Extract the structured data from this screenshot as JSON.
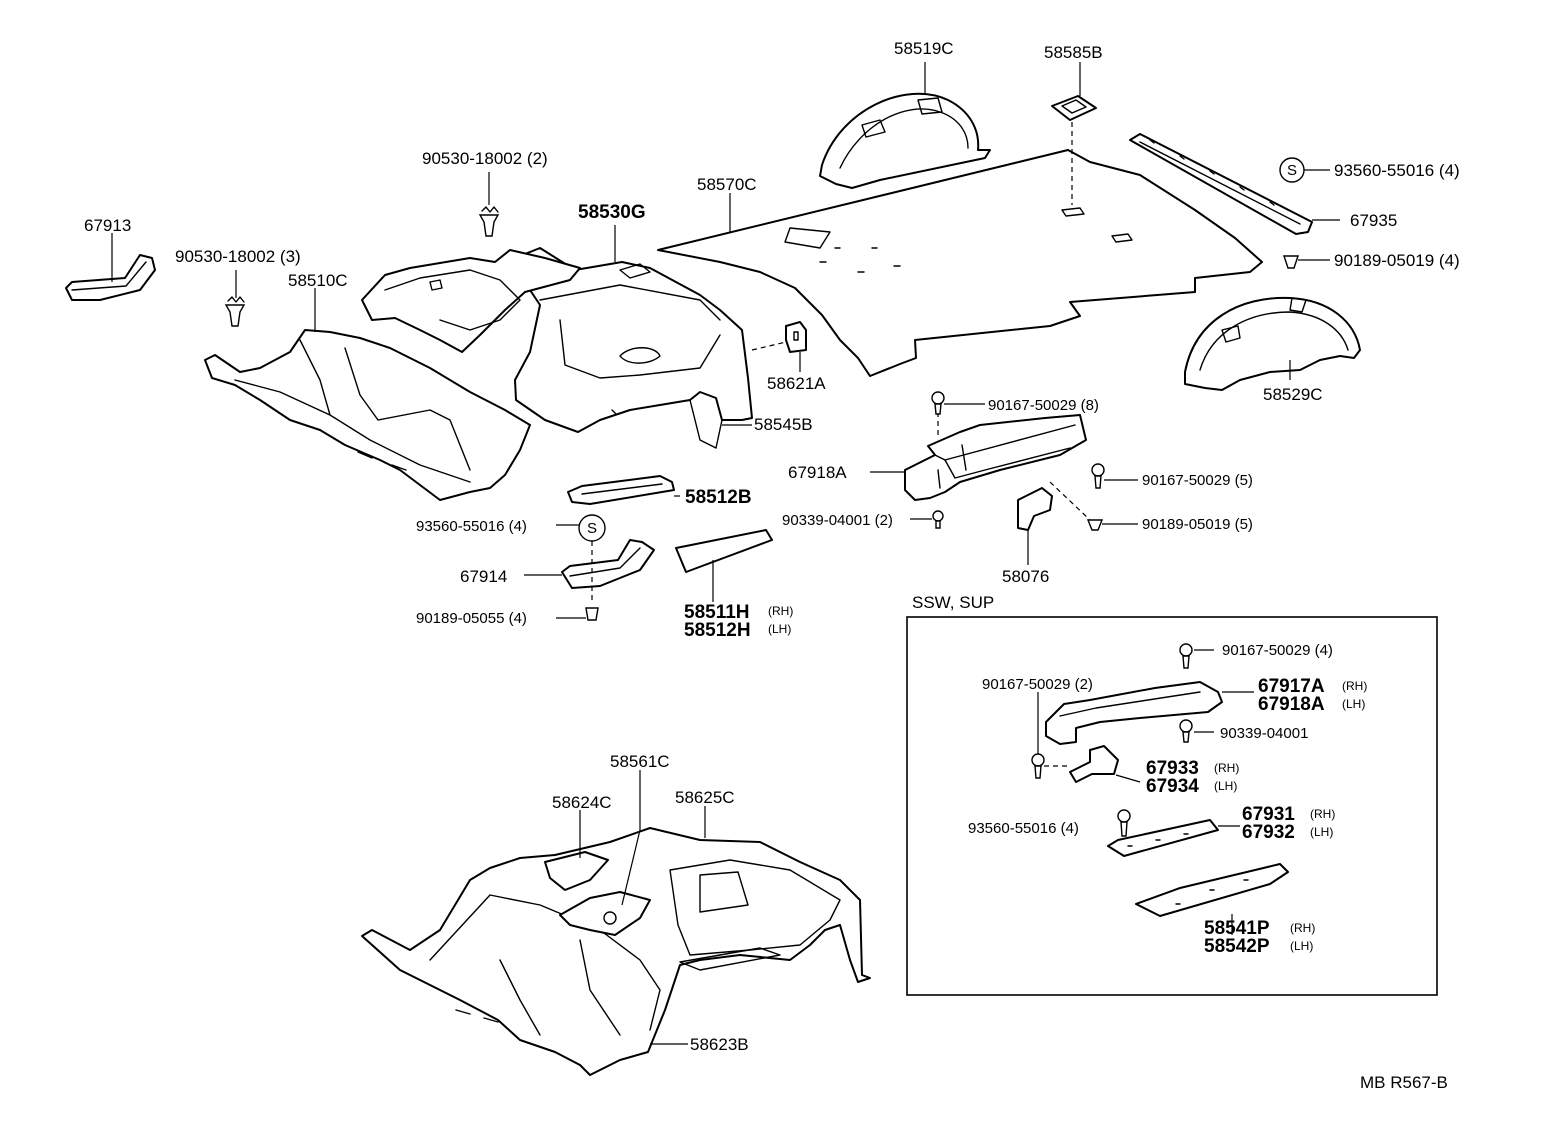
{
  "diagram_code": "MB R567-B",
  "inset_title": "SSW, SUP",
  "side_rh": "(RH)",
  "side_lh": "(LH)",
  "s_symbol": "S",
  "labels": {
    "p58519C": "58519C",
    "p58585B": "58585B",
    "p93560_55016_a": "93560-55016 (4)",
    "p67935": "67935",
    "p90189_05019_a": "90189-05019 (4)",
    "p90530_18002_2": "90530-18002 (2)",
    "p58570C": "58570C",
    "p58530G": "58530G",
    "p67913": "67913",
    "p90530_18002_3": "90530-18002 (3)",
    "p58510C": "58510C",
    "p58621A": "58621A",
    "p58545B": "58545B",
    "p58529C": "58529C",
    "p90167_50029_8": "90167-50029 (8)",
    "p67918A": "67918A",
    "p90167_50029_5": "90167-50029 (5)",
    "p90189_05019_5": "90189-05019 (5)",
    "p90339_04001_2": "90339-04001 (2)",
    "p58076": "58076",
    "p58512B": "58512B",
    "p93560_55016_b": "93560-55016 (4)",
    "p67914": "67914",
    "p90189_05055": "90189-05055 (4)",
    "p58511H": "58511H",
    "p58512H": "58512H",
    "p58561C": "58561C",
    "p58624C": "58624C",
    "p58625C": "58625C",
    "p58623B": "58623B",
    "i90167_50029_4": "90167-50029 (4)",
    "i90167_50029_2": "90167-50029 (2)",
    "i67917A": "67917A",
    "i67918A": "67918A",
    "i90339_04001": "90339-04001",
    "i67933": "67933",
    "i67934": "67934",
    "i93560_55016": "93560-55016 (4)",
    "i67931": "67931",
    "i67932": "67932",
    "i58541P": "58541P",
    "i58542P": "58542P"
  }
}
